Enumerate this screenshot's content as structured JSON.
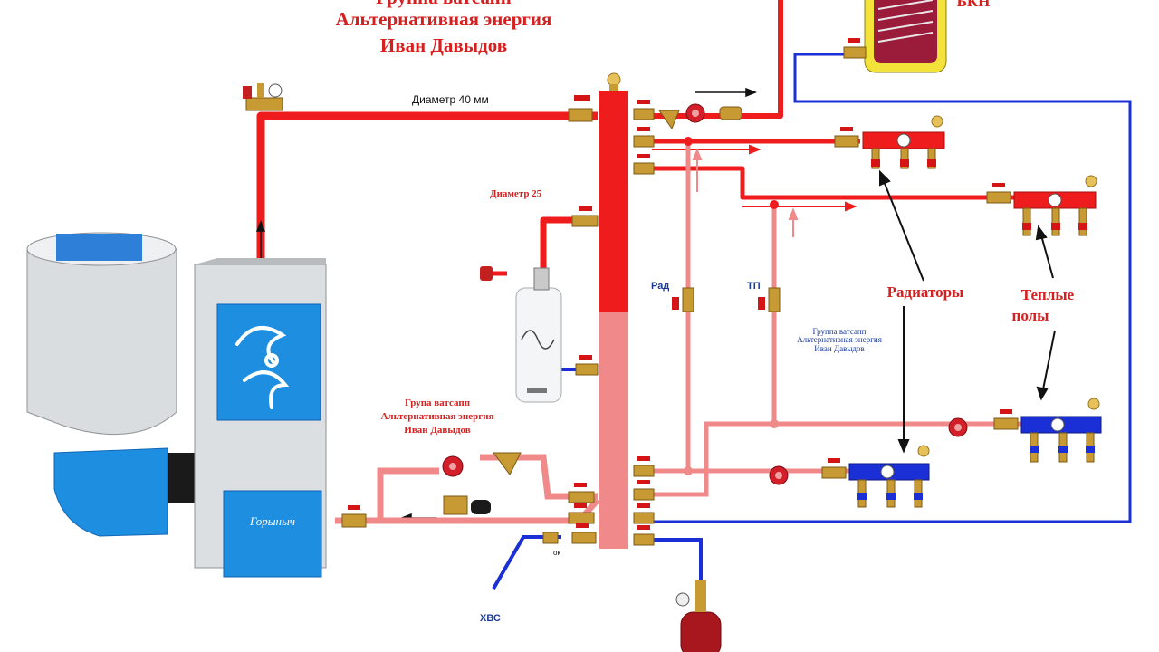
{
  "title": {
    "line1": "Группа ватсапп",
    "line2": "Альтернативная энергия",
    "line3": "Иван Давыдов"
  },
  "labels": {
    "diameter_40": "Диаметр 40 мм",
    "diameter_25": "Диаметр 25",
    "bkn": "БКН",
    "rad": "Рад",
    "tp": "ТП",
    "radiators": "Радиаторы",
    "warm_floors_1": "Теплые",
    "warm_floors_2": "полы",
    "hvs": "ХВС",
    "ok": "ок"
  },
  "watermark_mid": {
    "line1": "Группа ватсапп",
    "line2": "Альтернативная энергия",
    "line3": "Иван Давыдов"
  },
  "watermark_left": {
    "line1": "Група ватсапп",
    "line2": "Альтернативная энергия",
    "line3": "Иван Давыдов"
  },
  "boiler_brand": "Горыныч",
  "colors": {
    "hot_pipe": "#ee1c1c",
    "return_pipe": "#f08a8a",
    "cold_pipe": "#1b2fd6",
    "brass": "#d9a13a",
    "boiler_blue": "#1e8fe0",
    "boiler_grey": "#d9dde0"
  }
}
